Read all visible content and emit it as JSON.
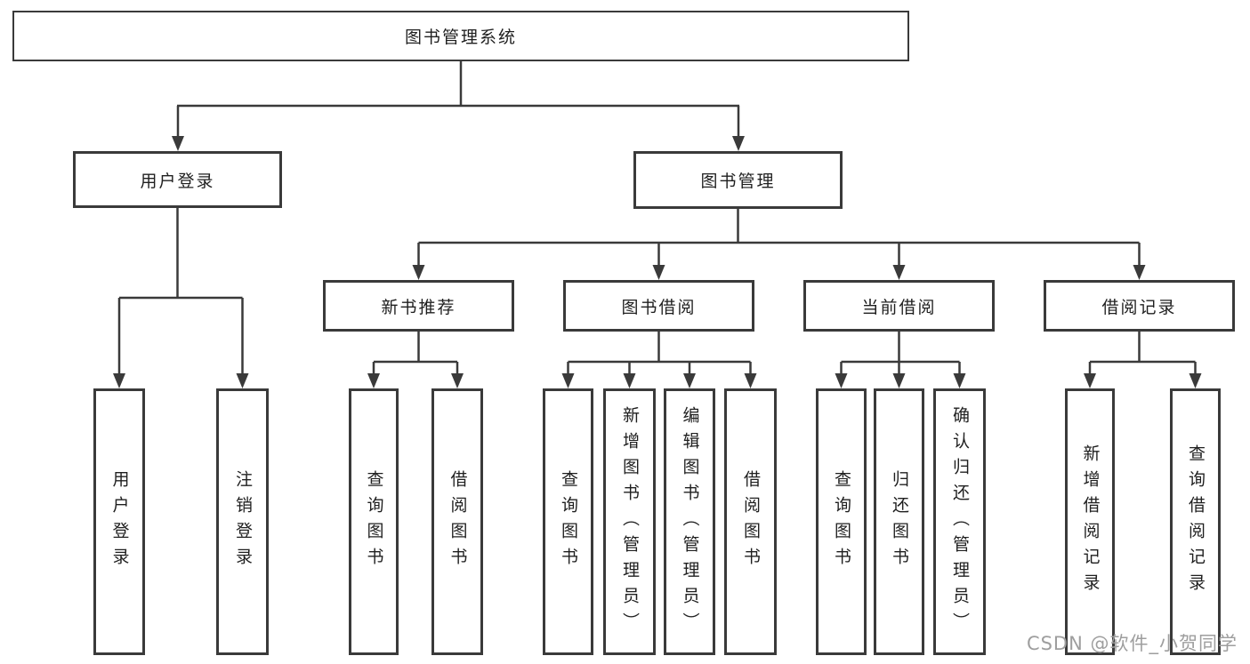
{
  "diagram": {
    "root": {
      "label": "图书管理系统"
    },
    "level2": {
      "user_login": {
        "label": "用户登录"
      },
      "book_management": {
        "label": "图书管理"
      }
    },
    "level3": {
      "new_book_recommend": {
        "label": "新书推荐"
      },
      "book_borrow": {
        "label": "图书借阅"
      },
      "current_borrow": {
        "label": "当前借阅"
      },
      "borrow_records": {
        "label": "借阅记录"
      }
    },
    "leaves": [
      {
        "label": "用户登录"
      },
      {
        "label": "注销登录"
      },
      {
        "label": "查询图书"
      },
      {
        "label": "借阅图书"
      },
      {
        "label": "查询图书"
      },
      {
        "label": "新增图书（管理员）"
      },
      {
        "label": "编辑图书（管理员）"
      },
      {
        "label": "借阅图书"
      },
      {
        "label": "查询图书"
      },
      {
        "label": "归还图书"
      },
      {
        "label": "确认归还（管理员）"
      },
      {
        "label": "新增借阅记录"
      },
      {
        "label": "查询借阅记录"
      }
    ]
  },
  "watermark": {
    "text": "CSDN @软件_小贺同学"
  },
  "colors": {
    "line": "#3a3a3a",
    "box_border": "#3a3a3a",
    "text": "#1f1f1f",
    "watermark": "#9e9e9e",
    "background": "#ffffff"
  }
}
